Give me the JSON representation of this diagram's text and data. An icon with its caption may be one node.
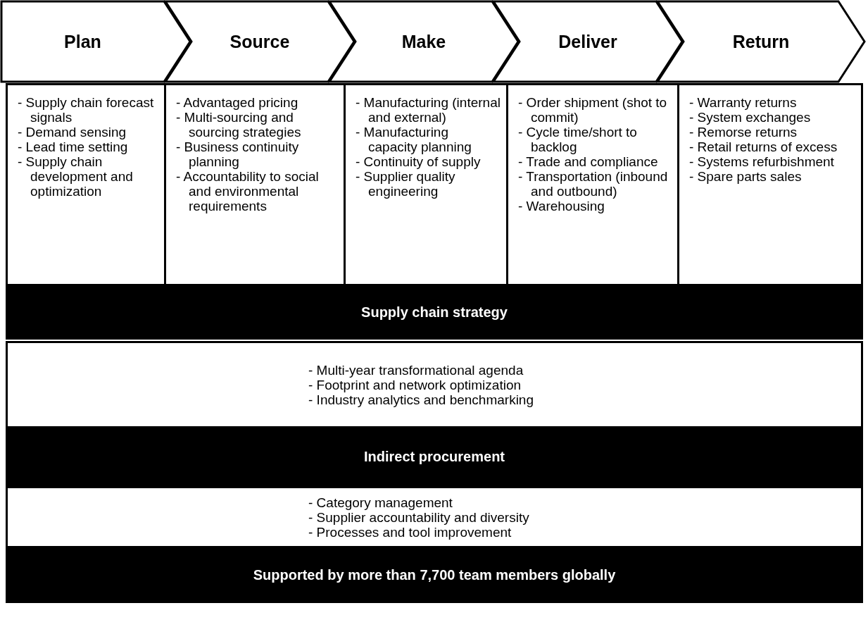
{
  "diagram": {
    "nodes": [
      {
        "text": [
          "Plan"
        ]
      },
      {
        "text": [
          "Source"
        ]
      },
      {
        "text": [
          "Make"
        ]
      },
      {
        "text": [
          "Deliver"
        ]
      },
      {
        "text": [
          "Return"
        ]
      },
      {
        "text": [
          "- Supply chain forecast signals",
          "- Demand sensing",
          "- Lead time setting",
          "- Supply chain development and optimization"
        ]
      },
      {
        "text": [
          "- Advantaged pricing",
          "- Multi-sourcing and sourcing strategies",
          "- Business continuity planning",
          "- Accountability to social and environmental requirements"
        ]
      },
      {
        "text": [
          "- Manufacturing (internal and external)",
          "- Manufacturing capacity planning",
          "- Continuity of supply",
          "- Supplier quality engineering"
        ]
      },
      {
        "text": [
          "- Order shipment (shot to commit)",
          "- Cycle time/short to backlog",
          "- Trade and compliance",
          "- Transportation (inbound and outbound)",
          "- Warehousing"
        ]
      },
      {
        "text": [
          "- Warranty returns",
          "- System exchanges",
          "- Remorse returns",
          "- Retail returns of excess",
          "- Systems refurbishment",
          "- Spare parts sales"
        ]
      },
      {
        "text": [
          "Supply chain strategy"
        ]
      },
      {
        "text": [
          "- Multi-year transformational agenda",
          "- Footprint and network optimization",
          "- Industry analytics and benchmarking"
        ]
      },
      {
        "text": [
          "Indirect procurement"
        ]
      },
      {
        "text": [
          "- Category management",
          "- Supplier accountability and diversity",
          "- Processes and tool improvement"
        ]
      },
      {
        "text": [
          "Supported by more than 7,700 team members globally"
        ]
      }
    ]
  }
}
